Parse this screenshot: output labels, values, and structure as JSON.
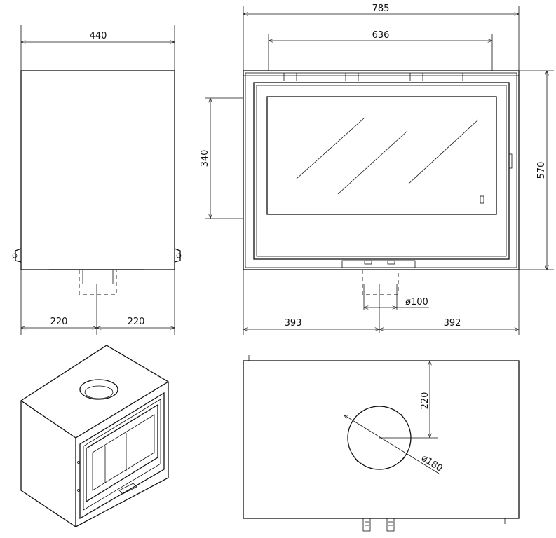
{
  "side_view": {
    "width": "440",
    "left_half": "220",
    "right_half": "220"
  },
  "front_view": {
    "overall_width": "785",
    "inner_width": "636",
    "height": "570",
    "glass_height": "340",
    "left_offset": "393",
    "right_offset": "392",
    "flue_diameter": "ø100"
  },
  "top_view": {
    "flue_offset": "220",
    "flue_diameter": "ø180"
  }
}
